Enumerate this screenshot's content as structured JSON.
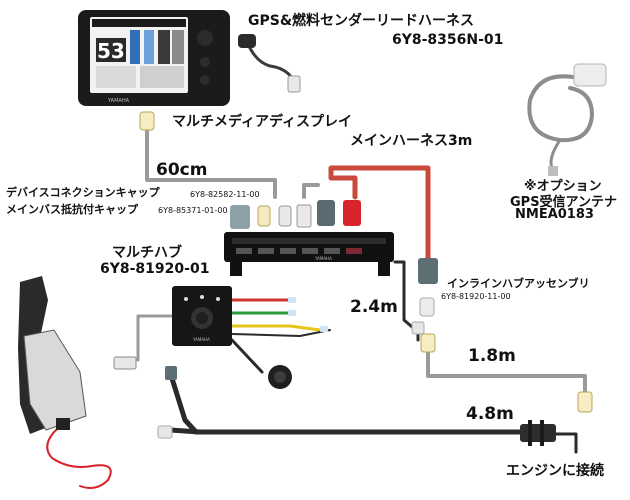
{
  "labels": {
    "gps_harness_title": "GPS&燃料センダーリードハーネス",
    "gps_harness_part": "6Y8-8356N-01",
    "display_title": "マルチメディアディスプレイ",
    "main_harness": "メインハーネス3m",
    "option_line1": "※オプション",
    "option_line2": "GPS受信アンテナ",
    "option_line3": "NMEA0183",
    "length_60": "60cm",
    "cap_line1": "デバイスコネクションキャップ",
    "cap_line2": "メインバス抵抗付キャップ",
    "cap_part1": "6Y8-82582-11-00",
    "cap_part2": "6Y8-85371-01-00",
    "hub_title": "マルチハブ",
    "hub_part": "6Y8-81920-01",
    "inline_hub": "インラインハブアッセンブリ",
    "inline_hub_part": "6Y8-81920-11-00",
    "length_24": "2.4m",
    "length_18": "1.8m",
    "length_48": "4.8m",
    "engine_connect": "エンジンに接続"
  },
  "display": {
    "brand": "YAMAHA",
    "big_number": "53"
  },
  "hub": {
    "brand": "YAMAHA"
  },
  "panel": {
    "brand": "YAMAHA"
  },
  "colors": {
    "main_harness": "#c94a3c",
    "cable_gray": "#9a9a9a",
    "cable_black": "#2a2a2a",
    "wire_red": "#d0342c",
    "wire_green": "#2a9a3c",
    "wire_yellow": "#e5c41a",
    "plug_cap_red": "#d8232a"
  }
}
